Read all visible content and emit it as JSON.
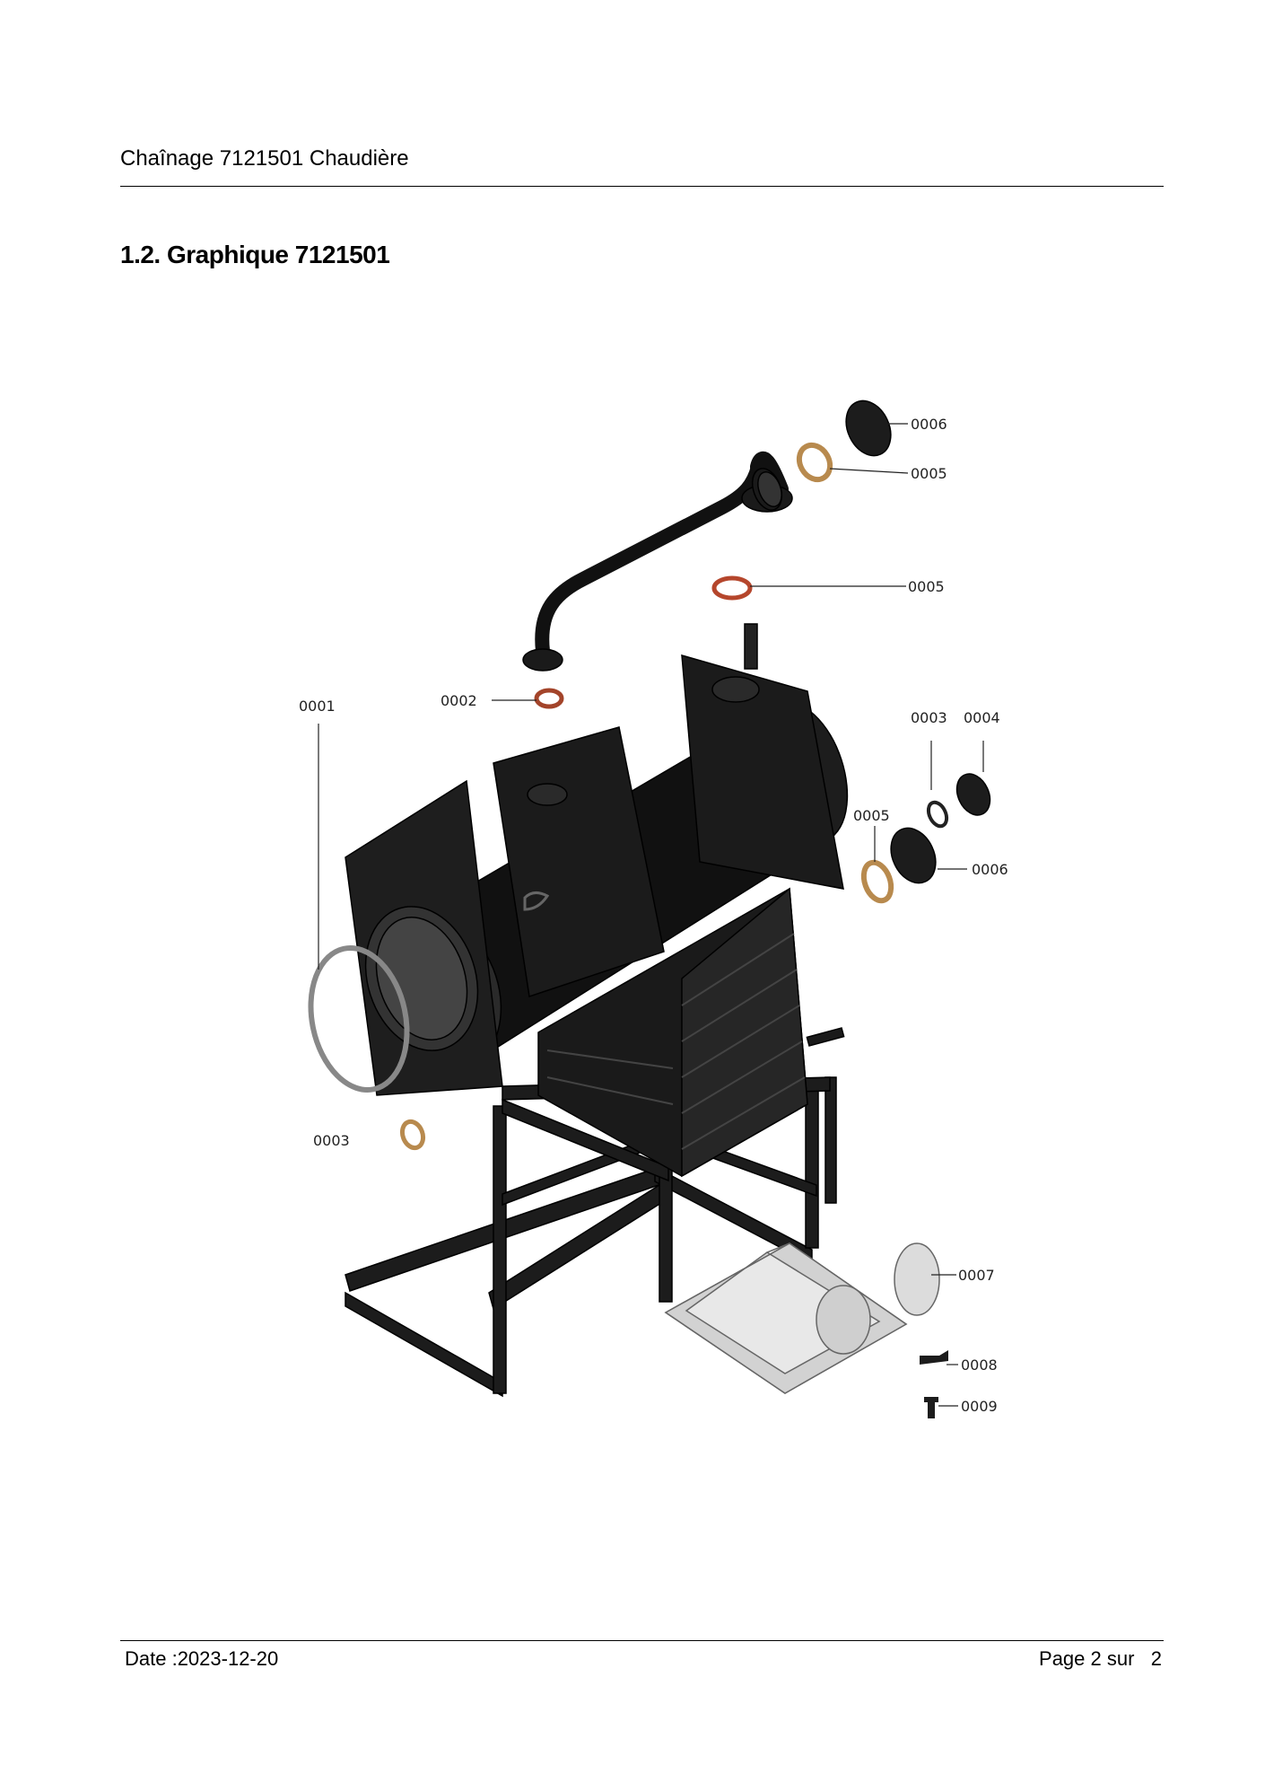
{
  "header": {
    "title": "Chaînage 7121501 Chaudière"
  },
  "section": {
    "title": "1.2. Graphique 7121501"
  },
  "callouts": {
    "c0001": "0001",
    "c0002": "0002",
    "c0003_left": "0003",
    "c0003_right": "0003",
    "c0004": "0004",
    "c0005_top": "0005",
    "c0005_mid": "0005",
    "c0005_right": "0005",
    "c0006_top": "0006",
    "c0006_right": "0006",
    "c0007": "0007",
    "c0008": "0008",
    "c0009": "0009"
  },
  "footer": {
    "date": "Date :2023-12-20",
    "page": "Page 2 sur   2"
  }
}
